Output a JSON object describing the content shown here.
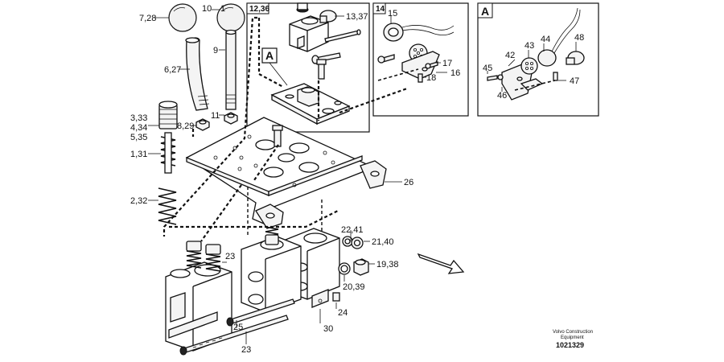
{
  "callouts": {
    "c_7_28": "7,28",
    "c_10_1": "10",
    "c_1": "1",
    "c_12_36": "12,36",
    "c_13_37": "13,37",
    "c_14": "14",
    "c_15": "15",
    "c_17": "17",
    "c_18": "18",
    "c_16": "16",
    "c_A_box": "A",
    "c_A_plate": "A",
    "c_6_27": "6,27",
    "c_9": "9",
    "c_11": "11",
    "c_8_29": "8,29",
    "c_3_33": "3,33",
    "c_4_34": "4,34",
    "c_5_35": "5,35",
    "c_1_31": "1,31",
    "c_2_32": "2,32",
    "c_26": "26",
    "c_22_41": "22,41",
    "c_21_40": "21,40",
    "c_19_38": "19,38",
    "c_20_39": "20,39",
    "c_24": "24",
    "c_23_top": "23",
    "c_25": "25",
    "c_23_bottom": "23",
    "c_30": "30",
    "c_42": "42",
    "c_43": "43",
    "c_44": "44",
    "c_48": "48",
    "c_45": "45",
    "c_46": "46",
    "c_47": "47"
  },
  "credit": {
    "line1": "Volvo Construction",
    "line2": "Equipment",
    "drawing_number": "1021329"
  }
}
